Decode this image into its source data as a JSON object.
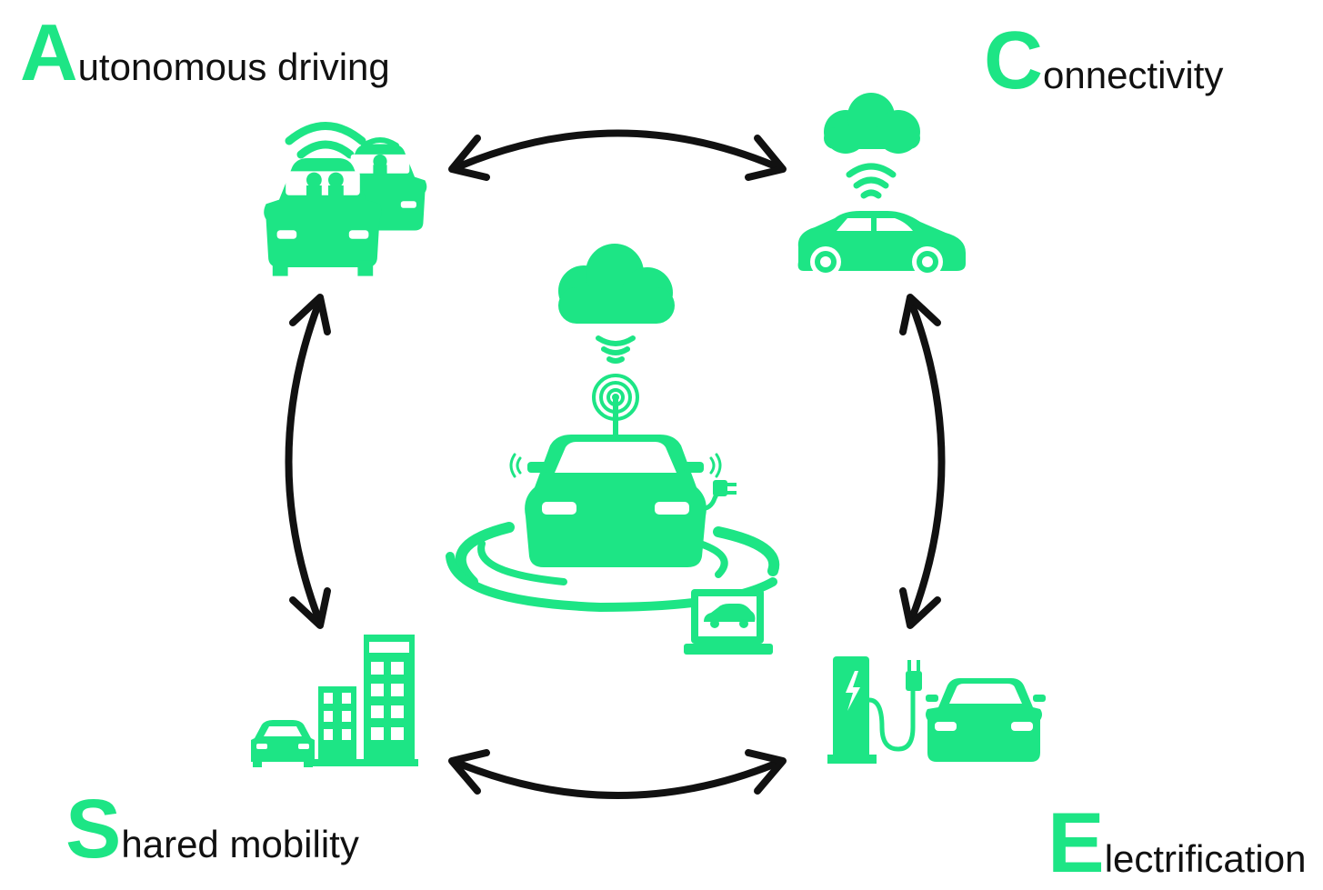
{
  "labels": {
    "autonomous": {
      "initial": "A",
      "rest": "utonomous driving"
    },
    "connectivity": {
      "initial": "C",
      "rest": "onnectivity"
    },
    "shared": {
      "initial": "S",
      "rest": "hared mobility"
    },
    "electrification": {
      "initial": "E",
      "rest": "lectrification"
    }
  },
  "colors": {
    "accent": "#1de585",
    "arrow": "#111111",
    "text": "#111111"
  },
  "icons": [
    "autonomous-cars-icon",
    "connected-car-icon",
    "shared-mobility-city-icon",
    "ev-charging-icon",
    "central-smart-car-icon",
    "laptop-car-icon"
  ]
}
